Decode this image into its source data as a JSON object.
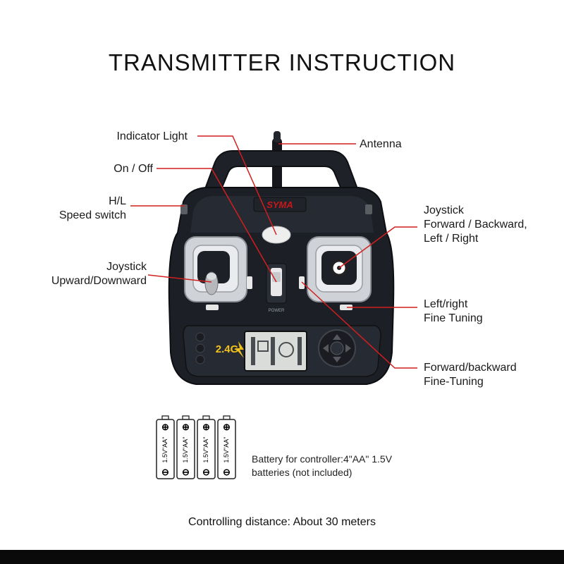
{
  "title": "TRANSMITTER INSTRUCTION",
  "brand": "SYMA",
  "labels": {
    "indicator_light": "Indicator Light",
    "on_off": "On / Off",
    "hl_speed_line1": "H/L",
    "hl_speed_line2": "Speed switch",
    "joystick_updown_line1": "Joystick",
    "joystick_updown_line2": "Upward/Downward",
    "antenna": "Antenna",
    "joystick_dir_line1": "Joystick",
    "joystick_dir_line2": "Forward / Backward,",
    "joystick_dir_line3": "Left / Right",
    "lr_tuning_line1": "Left/right",
    "lr_tuning_line2": "Fine Tuning",
    "fb_tuning_line1": "Forward/backward",
    "fb_tuning_line2": "Fine-Tuning"
  },
  "device": {
    "frequency_badge": "2.4G",
    "power_label": "POWER"
  },
  "batteries": {
    "cell_label": "1.5V\"AA\"",
    "count": 4,
    "note_line1": "Battery for controller:4\"AA\" 1.5V",
    "note_line2": "batteries (not included)"
  },
  "distance": "Controlling distance: About 30 meters",
  "colors": {
    "leader_line": "#d11f1f",
    "device_body": "#1c1f26",
    "brand_red": "#c8171b",
    "badge_yellow": "#f1c21b",
    "bottom_bar": "#0a0a0a"
  }
}
